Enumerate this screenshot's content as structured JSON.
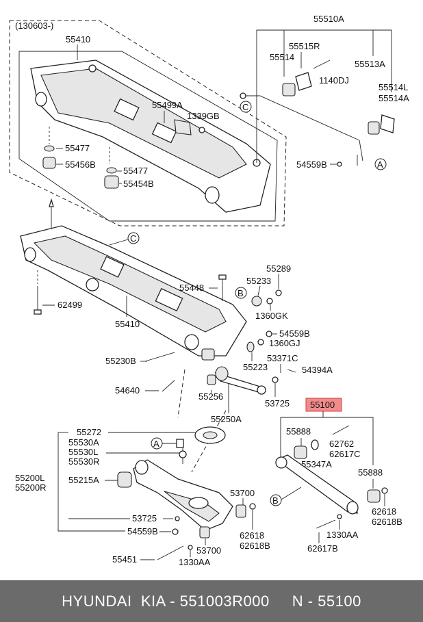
{
  "labels": {
    "revision": "(130603-)",
    "p55410_top": "55410",
    "p55499A": "55499A",
    "p1339GB": "1339GB",
    "p55477_a": "55477",
    "p55456B": "55456B",
    "p55477_b": "55477",
    "p55454B": "55454B",
    "p55510A": "55510A",
    "p55515R": "55515R",
    "p55514": "55514",
    "p1140DJ": "1140DJ",
    "p55513A": "55513A",
    "p55514L": "55514L",
    "p55514A": "55514A",
    "p54559B_top": "54559B",
    "callout_C_top": "C",
    "callout_A_top": "A",
    "callout_C_mid": "C",
    "p62499": "62499",
    "p55448": "55448",
    "p55233": "55233",
    "p55289": "55289",
    "callout_B_mid": "B",
    "p1360GK": "1360GK",
    "p55410_mid": "55410",
    "p54559B_mid": "54559B",
    "p1360GJ": "1360GJ",
    "p55230B": "55230B",
    "p55223": "55223",
    "p53371C": "53371C",
    "p54394A": "54394A",
    "p54640": "54640",
    "p55256": "55256",
    "p53725_mid": "53725",
    "p55250A": "55250A",
    "p55100": "55100",
    "p55272": "55272",
    "p55530A": "55530A",
    "p55530L": "55530L",
    "p55530R": "55530R",
    "callout_A_low": "A",
    "p55888_a": "55888",
    "p62762": "62762",
    "p62617C": "62617C",
    "p55347A": "55347A",
    "p55200L": "55200L",
    "p55200R": "55200R",
    "p55215A": "55215A",
    "p55888_b": "55888",
    "p53700_a": "53700",
    "callout_B_low": "B",
    "p62618_a": "62618",
    "p62618B_a": "62618B",
    "p53725_low": "53725",
    "p62618_b": "62618",
    "p62618B_b": "62618B",
    "p1330AA_a": "1330AA",
    "p54559B_low": "54559B",
    "p53700_b": "53700",
    "p62617B": "62617B",
    "p55451": "55451",
    "p1330AA_b": "1330AA"
  },
  "footer": {
    "text": "HYUNDAI  KIA - 551003R000     N - 55100"
  },
  "colors": {
    "highlight_fill": "#f28b8b",
    "highlight_stroke": "#d04040",
    "footer_bg": "#6b6b6b"
  }
}
